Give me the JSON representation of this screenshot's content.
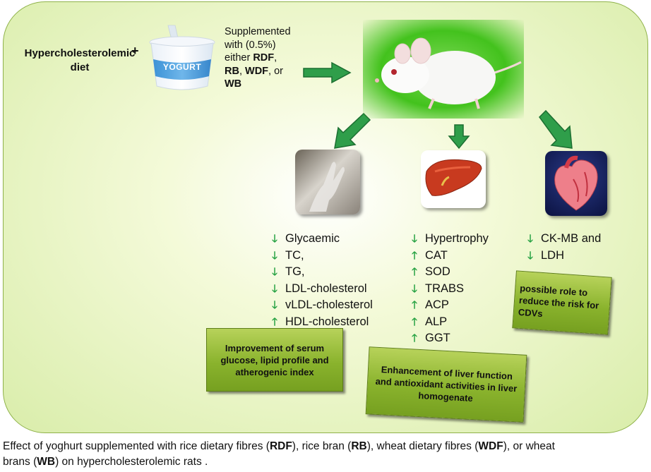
{
  "diet": {
    "label": "Hypercholesterolemic diet",
    "plus": "+"
  },
  "yogurt": {
    "label": "YOGURT"
  },
  "supplement": {
    "line1": "Supplemented",
    "line2": "with (0.5%)",
    "line3_pre": "either ",
    "rdf": "RDF",
    "comma1": ",",
    "rb": "RB",
    "comma2": ", ",
    "wdf": "WDF",
    "or": ", or",
    "wb": "WB"
  },
  "branches": {
    "glycaemic": {
      "items": [
        {
          "dir": "down",
          "arrow": "🡓",
          "text": "Glycaemic"
        },
        {
          "dir": "down",
          "arrow": "🡓",
          "text": "TC,"
        },
        {
          "dir": "down",
          "arrow": "🡓",
          "text": "TG,"
        },
        {
          "dir": "down",
          "arrow": "🡓",
          "text": "LDL-cholesterol"
        },
        {
          "dir": "down",
          "arrow": "🡓",
          "text": "vLDL-cholesterol"
        },
        {
          "dir": "up",
          "arrow": "🡑",
          "text": "HDL-cholesterol"
        }
      ],
      "box": "Improvement of serum glucose, lipid profile and atherogenic index"
    },
    "liver": {
      "items": [
        {
          "dir": "down",
          "arrow": "🡓",
          "text": "Hypertrophy"
        },
        {
          "dir": "up",
          "arrow": "🡑",
          "text": "CAT"
        },
        {
          "dir": "up",
          "arrow": "🡑",
          "text": "SOD"
        },
        {
          "dir": "down",
          "arrow": "🡓",
          "text": "TRABS"
        },
        {
          "dir": "up",
          "arrow": "🡑",
          "text": "ACP"
        },
        {
          "dir": "up",
          "arrow": "🡑",
          "text": "ALP"
        },
        {
          "dir": "up",
          "arrow": "🡑",
          "text": "GGT"
        }
      ],
      "box": "Enhancement of liver function and antioxidant activities in liver homogenate"
    },
    "heart": {
      "items": [
        {
          "dir": "down",
          "arrow": "🡓",
          "text": "CK-MB and"
        },
        {
          "dir": "down",
          "arrow": "🡓",
          "text": "LDH"
        }
      ],
      "box": "possible role to reduce the risk for CDVs"
    }
  },
  "caption": {
    "p1": "Effect of yoghurt supplemented with rice dietary fibres (",
    "rdf": "RDF",
    "p2": "), rice bran (",
    "rb": "RB",
    "p3": "), wheat dietary fibres (",
    "wdf": "WDF",
    "p4": "), or wheat",
    "p5": "brans (",
    "wb": "WB",
    "p6": ")  on hypercholesterolemic rats ."
  },
  "colors": {
    "arrow": "#27a243",
    "box": "#8ab32d",
    "panel": "#d9edaa"
  }
}
